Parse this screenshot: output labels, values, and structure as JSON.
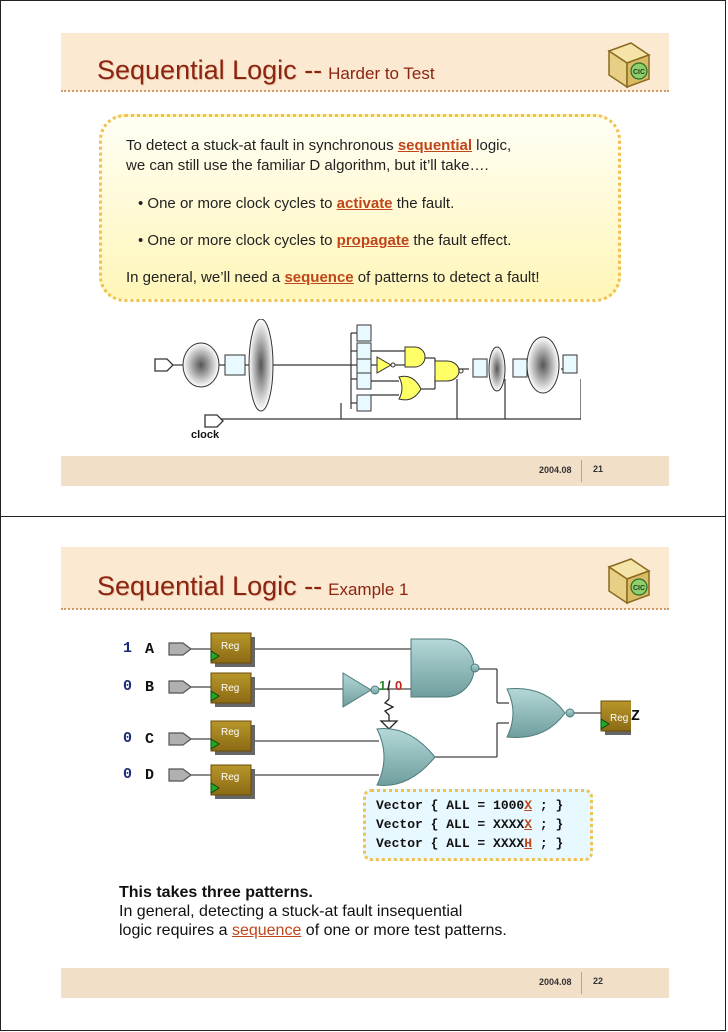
{
  "slide1": {
    "title": "Sequential Logic --",
    "subtitle": "Harder to Test",
    "callout": {
      "line1_pre": "To detect a stuck-at fault in synchronous ",
      "line1_kw": "sequential",
      "line1_post": " logic,",
      "line2": "we can still use the familiar D algorithm, but it’ll take….",
      "bullet1_pre": "• One or more clock cycles to ",
      "bullet1_kw": "activate",
      "bullet1_post": " the fault.",
      "bullet2_pre": "• One or more clock cycles to ",
      "bullet2_kw": "propagate",
      "bullet2_post": " the fault effect.",
      "line3_pre": "In general, we’ll need a ",
      "line3_kw": "sequence",
      "line3_post": " of patterns to detect a fault!"
    },
    "clock_label": "clock",
    "footer": {
      "date": "2004.08",
      "page": "21"
    }
  },
  "slide2": {
    "title": "Sequential Logic --",
    "subtitle": "Example 1",
    "inputs": [
      {
        "bit": "1",
        "name": "A"
      },
      {
        "bit": "0",
        "name": "B"
      },
      {
        "bit": "0",
        "name": "C"
      },
      {
        "bit": "0",
        "name": "D"
      }
    ],
    "reg_label": "Reg",
    "fault_good": "1",
    "fault_slash": "/",
    "fault_bad": "0",
    "output": "Z",
    "vectors": [
      {
        "pre": "Vector { ALL = 1000",
        "mark": "X",
        "post": " ; }"
      },
      {
        "pre": "Vector { ALL = XXXX",
        "mark": "X",
        "post": " ; }"
      },
      {
        "pre": "Vector { ALL = XXXX",
        "mark": "H",
        "post": " ; }"
      }
    ],
    "conclusion": {
      "bold": "This takes three patterns.",
      "line2": "In general, detecting a stuck-at fault insequential",
      "line3_pre": "logic requires a ",
      "line3_kw": "sequence",
      "line3_post": " of one or more test patterns."
    },
    "footer": {
      "date": "2004.08",
      "page": "22"
    }
  },
  "colors": {
    "title": "#8b2410",
    "keyword": "#c0451a",
    "reg": "#9a7a1a",
    "gate": "#8fbcbc",
    "wire": "#555555"
  },
  "logo_icon": "cic-cube-logo-icon"
}
